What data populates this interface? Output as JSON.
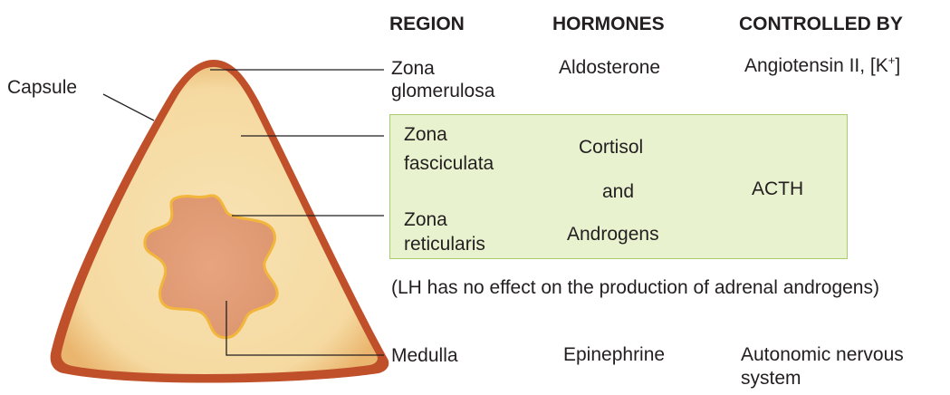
{
  "headers": {
    "region": "REGION",
    "hormones": "HORMONES",
    "controlled_by": "CONTROLLED BY"
  },
  "labels": {
    "capsule": "Capsule",
    "medulla": "Medulla"
  },
  "rows": {
    "glomerulosa": {
      "region_line1": "Zona",
      "region_line2": "glomerulosa",
      "hormone": "Aldosterone",
      "control_main": "Angiotensin II, [K",
      "control_sup": "+",
      "control_end": "]"
    },
    "fasciculata": {
      "region_line1": "Zona",
      "region_line2": "fasciculata",
      "hormone": "Cortisol"
    },
    "connector": "and",
    "reticularis": {
      "region_line1": "Zona",
      "region_line2": "reticularis",
      "hormone": "Androgens"
    },
    "shared_control": "ACTH",
    "note": "(LH has no effect on the production of adrenal androgens)",
    "medulla": {
      "hormone": "Epinephrine",
      "control_line1": "Autonomic nervous",
      "control_line2": "system"
    }
  },
  "colors": {
    "capsule": "#c0502a",
    "cortex": "#f6dca6",
    "medulla": "#e2a07a",
    "medulla_outline": "#f3b63c",
    "green_box_fill": "#e8f2cf",
    "green_box_border": "#a8cc6e"
  }
}
